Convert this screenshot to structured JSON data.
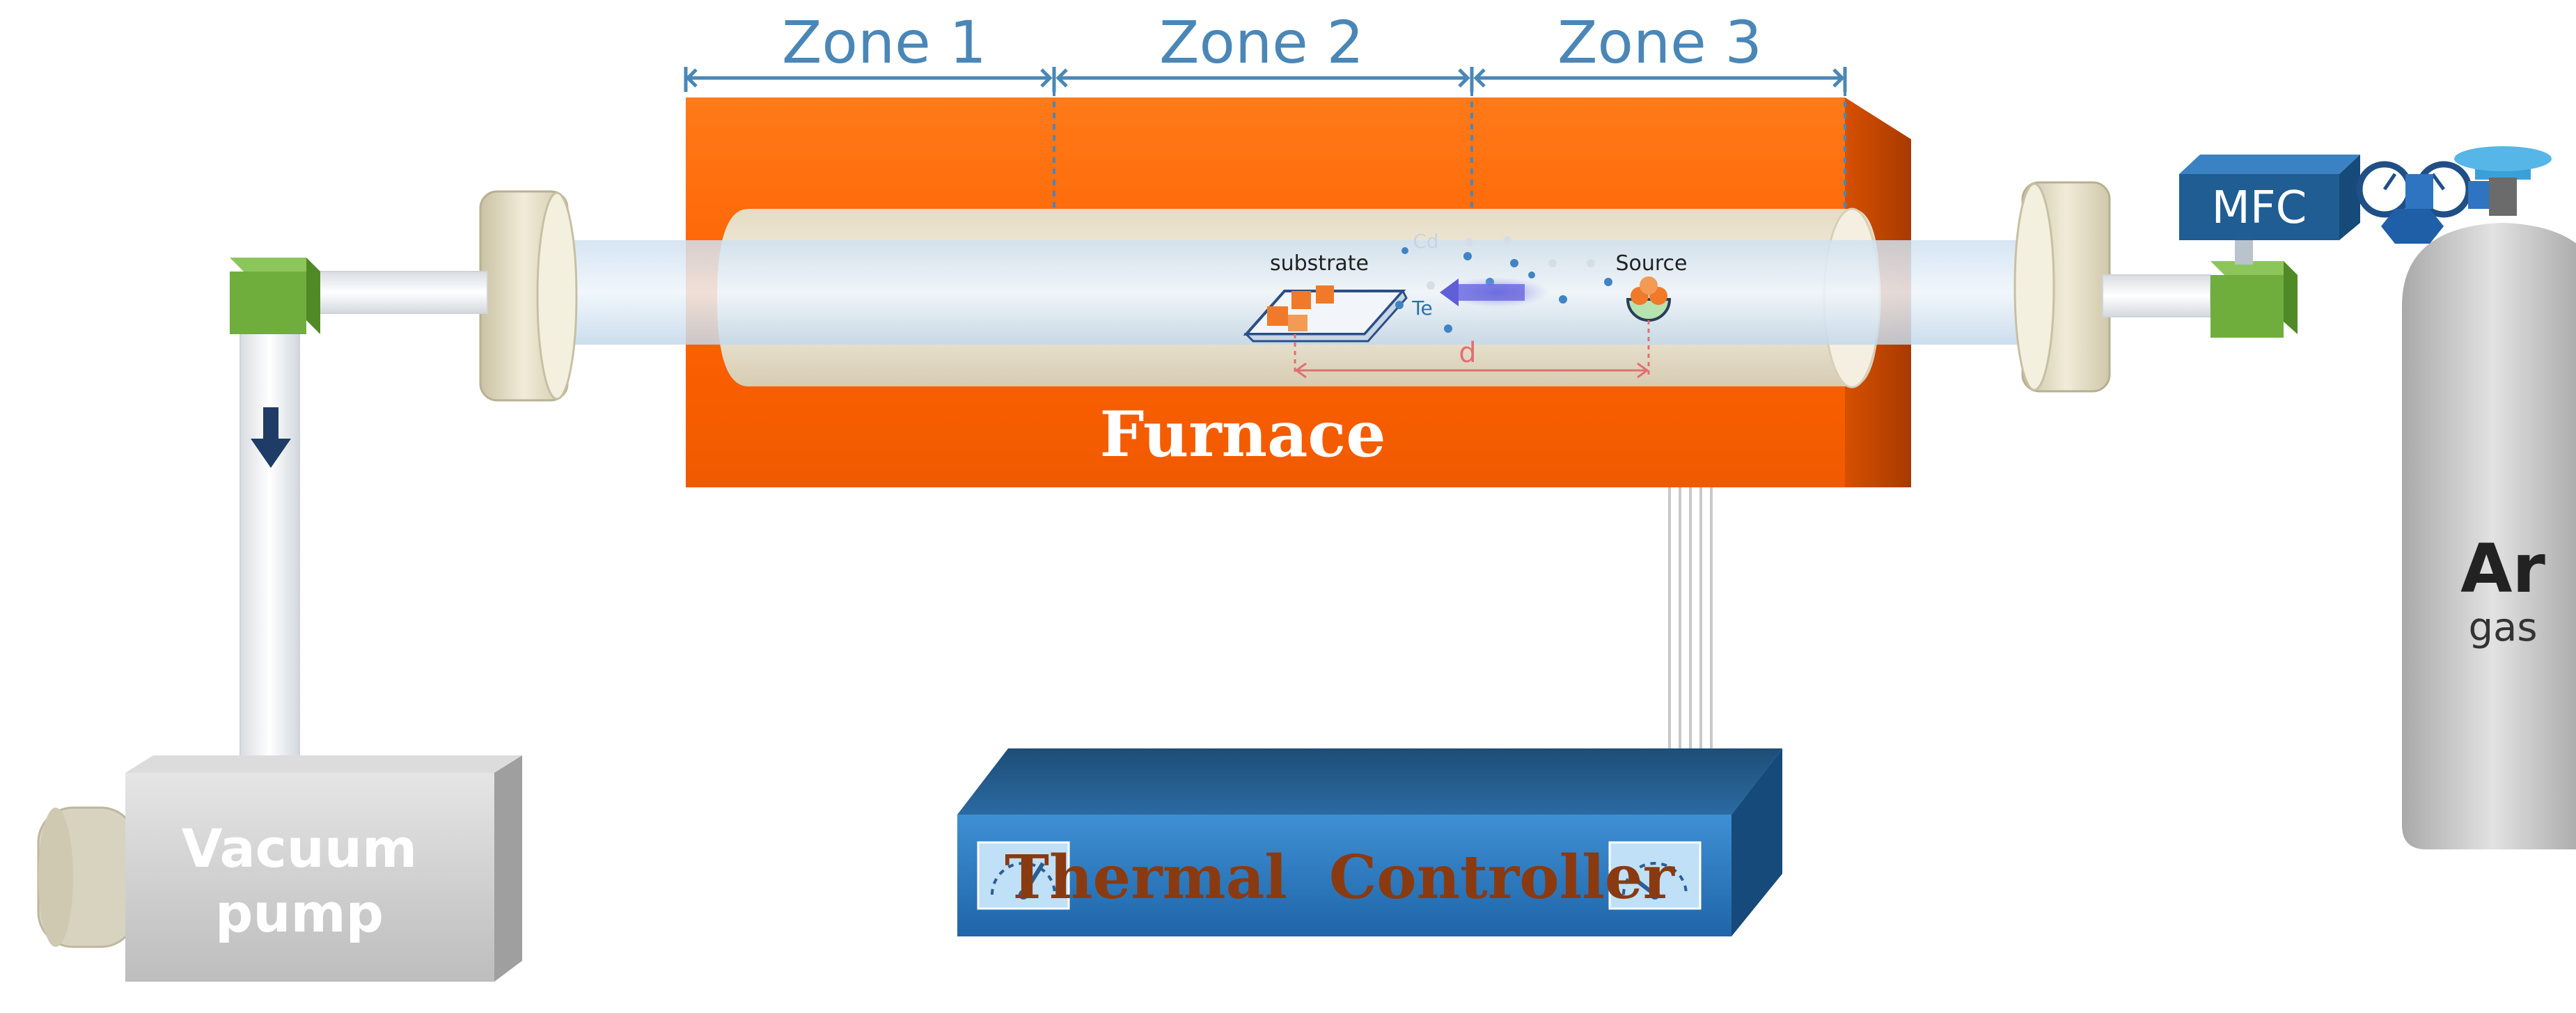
{
  "zones": [
    "Zone 1",
    "Zone 2",
    "Zone 3"
  ],
  "furnace_label": "Furnace",
  "substrate_label": "substrate",
  "source_label": "Source",
  "species": [
    "Cd",
    "Te"
  ],
  "distance_label": "d",
  "controller_label": "Thermal  Controller",
  "pump_label": [
    "Vacuum",
    "pump"
  ],
  "mfc_label": "MFC",
  "gas_label": [
    "Ar",
    "gas"
  ],
  "icons": [
    "down-arrow-icon",
    "gauge-icon",
    "pressure-regulator-icon"
  ],
  "colors": {
    "furnace": "#ff6a00",
    "furnace_dark": "#c84800",
    "zone_lines": "#4a87b7",
    "controller": "#2b78bf",
    "mfc": "#1f5d92",
    "pump": "#cfcfcf",
    "connector": "#6fae3c",
    "flange": "#e3dec6",
    "gas_cylinder": "#b9b9b9",
    "distance": "#e07070"
  }
}
